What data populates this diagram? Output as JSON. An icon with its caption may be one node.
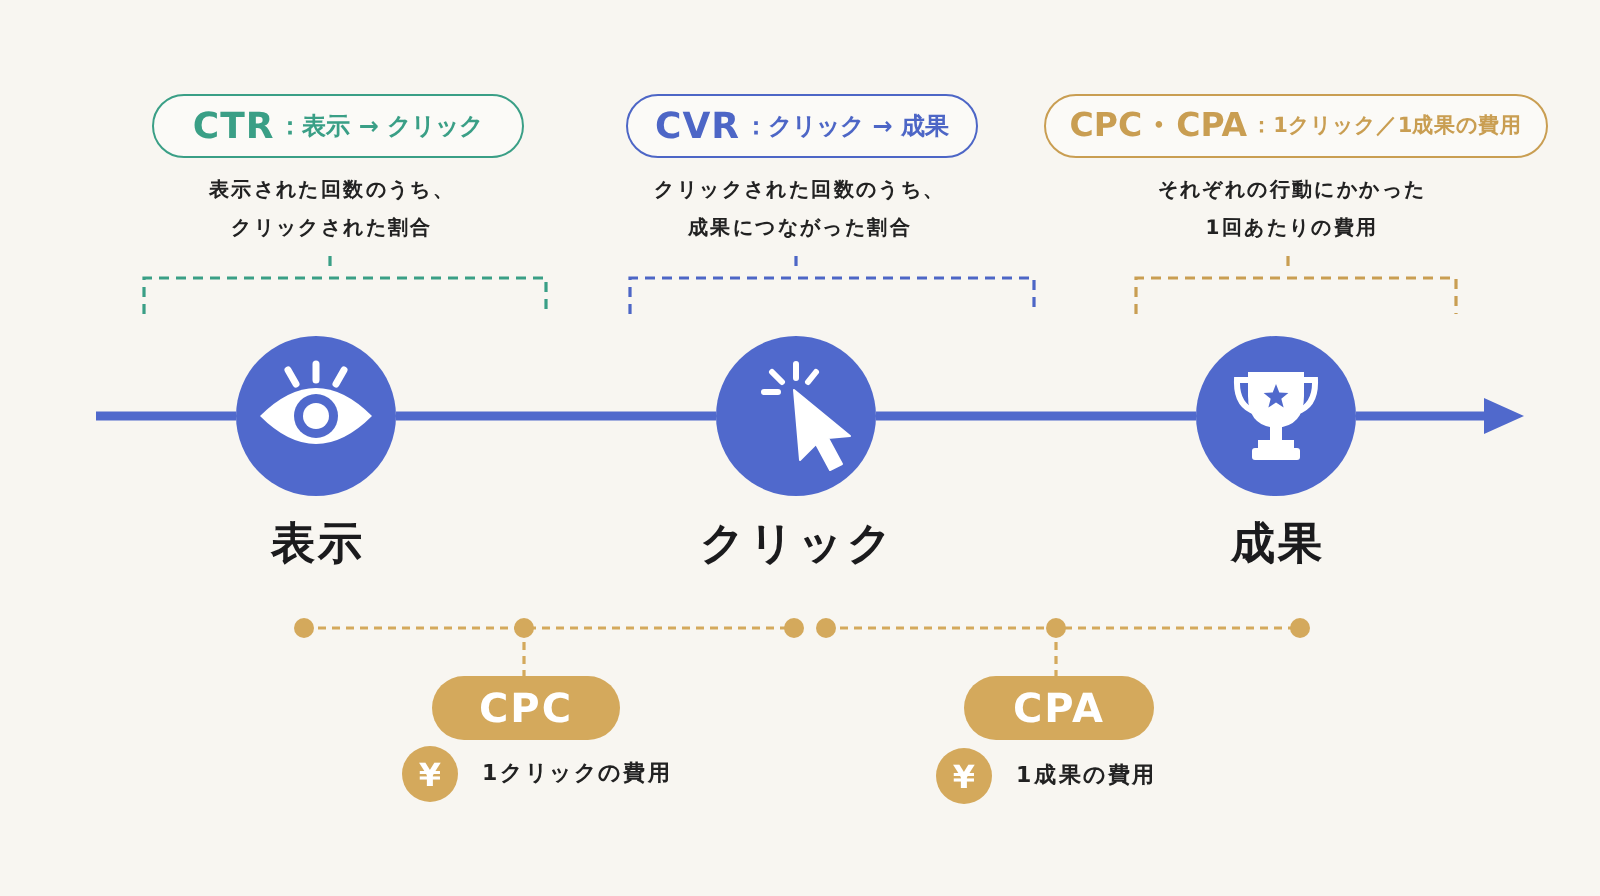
{
  "diagram": {
    "nodes": [
      {
        "text": [
          "CTR",
          "：表示 → クリック"
        ],
        "beside": [
          "表示された回数のうち、クリックされた割合"
        ]
      },
      {
        "text": [
          "CVR",
          "：クリック → 成果"
        ],
        "beside": [
          "クリックされた回数のうち、成果につながった割合"
        ]
      },
      {
        "text": [
          "CPC・CPA",
          "：1クリック／1成果の費用"
        ],
        "beside": [
          "それぞれの行動にかかった1回あたりの費用"
        ]
      },
      {
        "text": [
          "表示"
        ]
      },
      {
        "text": [
          "クリック"
        ]
      },
      {
        "text": [
          "成果"
        ]
      },
      {
        "text": [
          "CPC"
        ]
      },
      {
        "text": [
          "¥"
        ],
        "beside": [
          "1クリックの費用"
        ]
      },
      {
        "text": [
          "CPA"
        ]
      },
      {
        "text": [
          "¥"
        ],
        "beside": [
          "1成果の費用"
        ]
      }
    ],
    "edges": [
      {
        "from": null,
        "to": 3,
        "arrow": "none"
      },
      {
        "from": 3,
        "to": 4,
        "arrow": "none"
      },
      {
        "from": 4,
        "to": 5,
        "arrow": "none"
      },
      {
        "from": 5,
        "to": null,
        "arrow": "to"
      }
    ]
  }
}
